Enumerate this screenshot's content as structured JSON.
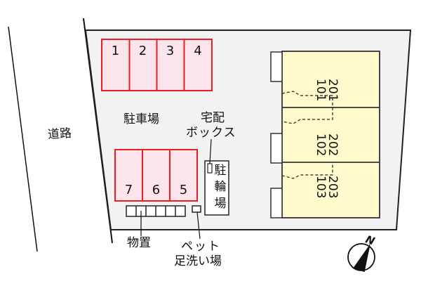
{
  "map": {
    "type": "site-plan",
    "labels": {
      "road": "道路",
      "parking": "駐車場",
      "delivery_box": "宅配\nボックス",
      "delivery_box_line1": "宅配",
      "delivery_box_line2": "ボックス",
      "bicycle_parking": "駐輪場",
      "bicycle_parking_chars": [
        "駐",
        "輪",
        "場"
      ],
      "storage": "物置",
      "pet_wash_line1": "ペット",
      "pet_wash_line2": "足洗い場",
      "north": "N"
    },
    "parking_spaces_top": [
      "1",
      "2",
      "3",
      "4"
    ],
    "parking_spaces_bottom": [
      "7",
      "6",
      "5"
    ],
    "units": [
      {
        "upper": "201",
        "lower": "101"
      },
      {
        "upper": "202",
        "lower": "102"
      },
      {
        "upper": "203",
        "lower": "103"
      }
    ],
    "colors": {
      "lot_fill": "#f2f2f2",
      "parking_fill": "#fbe4ec",
      "parking_stroke": "#ee1c24",
      "building_fill": "#fff9cc",
      "outline": "#222222"
    }
  }
}
